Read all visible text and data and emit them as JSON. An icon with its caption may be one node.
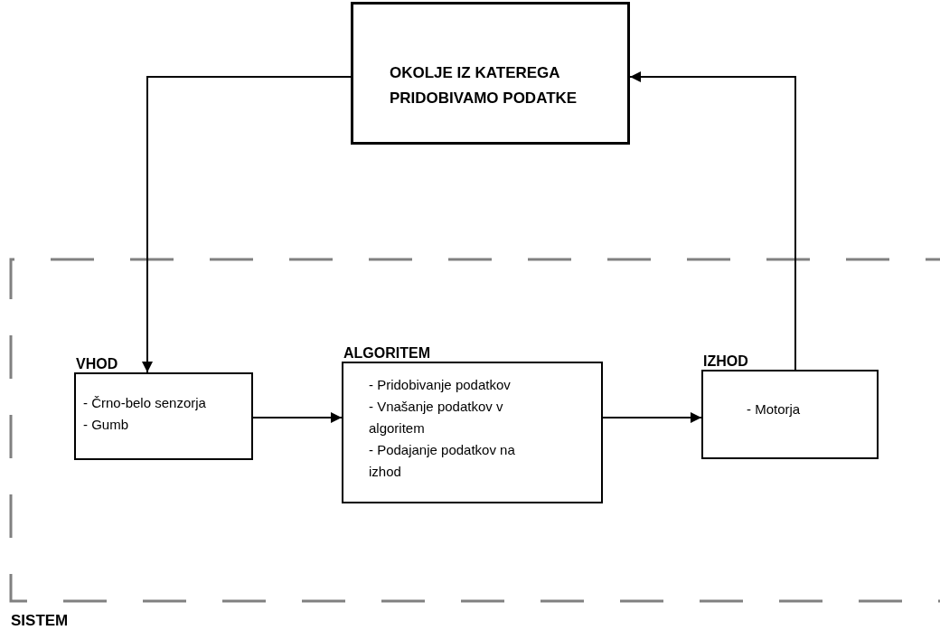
{
  "diagram": {
    "nodes": [
      {
        "text": [
          "SISTEM"
        ]
      },
      {
        "text": [
          "OKOLJE IZ KATEREGA PRIDOBIVAMO PODATKE"
        ]
      },
      {
        "text": [
          "VHOD",
          "- Črno-belo senzorja",
          "- Gumb"
        ],
        "in": 0
      },
      {
        "text": [
          "ALGORITEM",
          "- Pridobivanje podatkov",
          "- Vnašanje podatkov v algoritem",
          "- Podajanje podatkov na izhod"
        ],
        "in": 0
      },
      {
        "text": [
          "IZHOD",
          "- Motorja"
        ],
        "in": 0
      }
    ],
    "edges": [
      {
        "from": 1,
        "to": 2,
        "arrow": "to"
      },
      {
        "from": 2,
        "to": 3,
        "arrow": "to"
      },
      {
        "from": 3,
        "to": 4,
        "arrow": "to"
      },
      {
        "from": 4,
        "to": 1,
        "arrow": "to"
      }
    ]
  }
}
